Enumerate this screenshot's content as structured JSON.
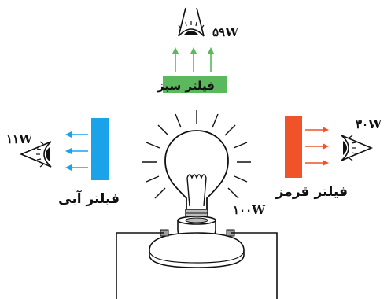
{
  "colors": {
    "green": "#5cb85c",
    "blue": "#1aa3e8",
    "red": "#f0522a",
    "line": "#111111"
  },
  "icons": {
    "eye_top": "eye-icon",
    "eye_left": "eye-icon",
    "eye_right": "eye-icon",
    "bulb": "light-bulb-icon"
  },
  "labels": {
    "green_filter": "فیلتر سبز",
    "blue_filter": "فیلتر آبی",
    "red_filter": "فیلتر قرمز",
    "green_power": "۵۹W",
    "blue_power": "۱۱W",
    "red_power": "۳۰W",
    "bulb_power": "۱۰۰W"
  }
}
